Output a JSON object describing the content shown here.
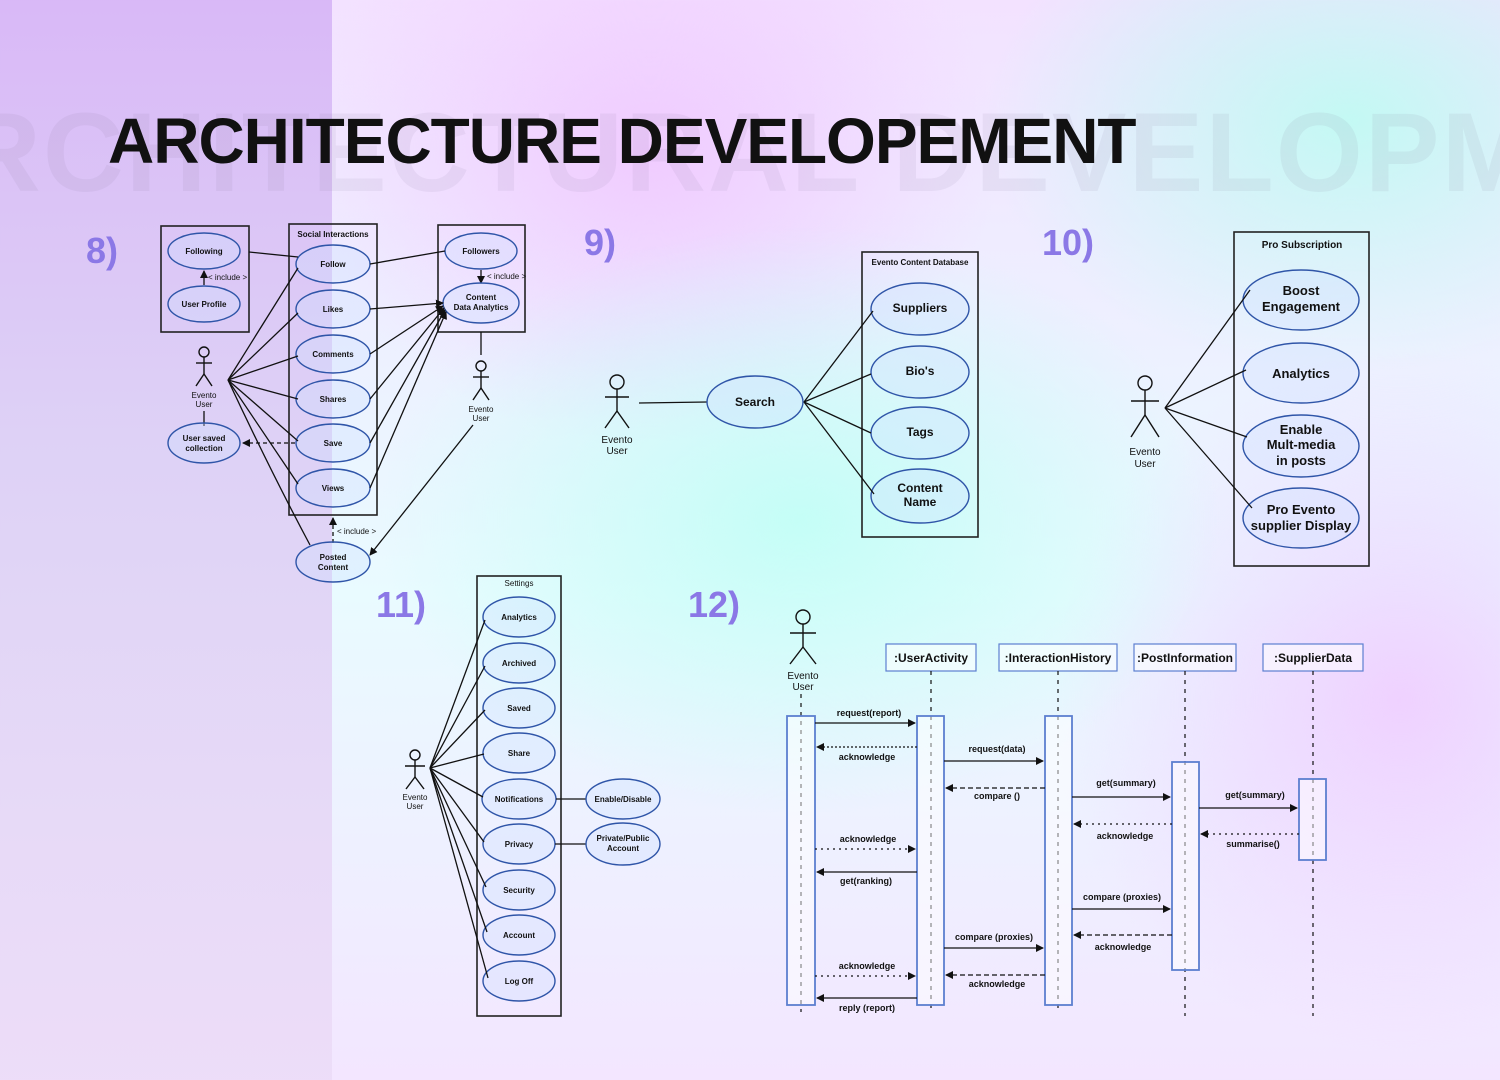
{
  "background_word": "RCHITECTURAL DEVELOPMENT",
  "title": "ARCHITECTURE DEVELOPEMENT",
  "accent_color": "#8b78e6",
  "d8": {
    "number": "8)",
    "left_box": {
      "following": "Following",
      "include": "< include >",
      "user_profile": "User Profile"
    },
    "actor1": {
      "line1": "Evento",
      "line2": "User"
    },
    "saved": {
      "line1": "User saved",
      "line2": "collection"
    },
    "social": {
      "title": "Social Interactions",
      "items": [
        "Follow",
        "Likes",
        "Comments",
        "Shares",
        "Save",
        "Views"
      ]
    },
    "right_box": {
      "followers": "Followers",
      "include": "< include >",
      "analytics1": "Content",
      "analytics2": "Data Analytics"
    },
    "actor2": {
      "line1": "Evento",
      "line2": "User"
    },
    "include_bottom": "< include >",
    "posted": {
      "line1": "Posted",
      "line2": "Content"
    }
  },
  "d9": {
    "number": "9)",
    "actor": {
      "line1": "Evento",
      "line2": "User"
    },
    "search": "Search",
    "db_title": "Evento Content Database",
    "items": [
      {
        "l1": "Suppliers",
        "l2": ""
      },
      {
        "l1": "Bio's",
        "l2": ""
      },
      {
        "l1": "Tags",
        "l2": ""
      },
      {
        "l1": "Content",
        "l2": "Name"
      }
    ]
  },
  "d10": {
    "number": "10)",
    "actor": {
      "line1": "Evento",
      "line2": "User"
    },
    "box_title": "Pro Subscription",
    "items": [
      {
        "l1": "Boost",
        "l2": "Engagement",
        "l3": ""
      },
      {
        "l1": "Analytics",
        "l2": "",
        "l3": ""
      },
      {
        "l1": "Enable",
        "l2": "Mult-media",
        "l3": "in posts"
      },
      {
        "l1": "Pro Evento",
        "l2": "supplier Display",
        "l3": ""
      }
    ]
  },
  "d11": {
    "number": "11)",
    "actor": {
      "line1": "Evento",
      "line2": "User"
    },
    "box_title": "Settings",
    "items": [
      "Analytics",
      "Archived",
      "Saved",
      "Share",
      "Notifications",
      "Privacy",
      "Security",
      "Account",
      "Log Off"
    ],
    "extra1": {
      "l1": "Enable/Disable",
      "l2": ""
    },
    "extra2": {
      "l1": "Private/Public",
      "l2": "Account"
    }
  },
  "d12": {
    "number": "12)",
    "actor": {
      "line1": "Evento",
      "line2": "User"
    },
    "objects": [
      ":UserActivity",
      ":InteractionHistory",
      ":PostInformation",
      ":SupplierData"
    ],
    "messages": {
      "m1": "request(report)",
      "m2": "acknowledge",
      "m3": "request(data)",
      "m4": "compare ()",
      "m5": "get(summary)",
      "m6": "get(summary)",
      "m7": "acknowledge",
      "m8": "summarise()",
      "m9": "acknowledge",
      "m10": "get(ranking)",
      "m11": "compare (proxies)",
      "m12": "compare (proxies)",
      "m13": "acknowledge",
      "m14": "acknowledge",
      "m15": "acknowledge",
      "m16": "reply (report)"
    }
  }
}
